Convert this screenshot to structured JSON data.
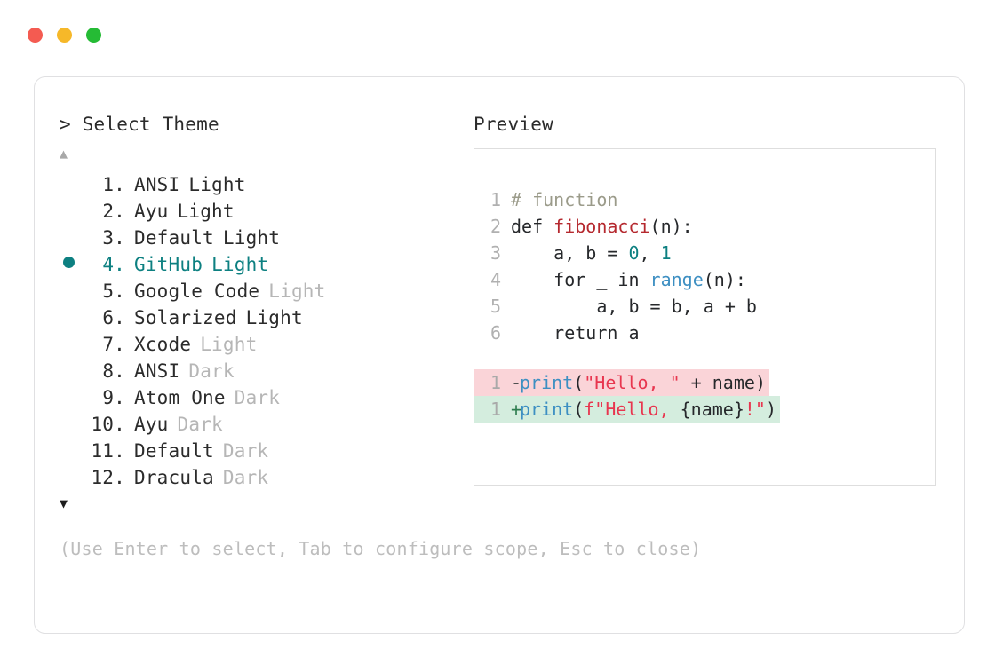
{
  "window": {
    "traffic_lights": [
      {
        "name": "close-button",
        "color": "#f45b51"
      },
      {
        "name": "minimize-button",
        "color": "#f6b829"
      },
      {
        "name": "maximize-button",
        "color": "#25bb35"
      }
    ]
  },
  "accent_color": "#0d8081",
  "prompt": {
    "caret": ">",
    "title": "Select Theme"
  },
  "scroll": {
    "up_arrow": "▲",
    "down_arrow": "▼"
  },
  "selected_index": 4,
  "selected_bullet": "●",
  "themes": [
    {
      "index": "1.",
      "name": "ANSI",
      "variant": "Light",
      "variant_dim": false,
      "selected": false
    },
    {
      "index": "2.",
      "name": "Ayu",
      "variant": "Light",
      "variant_dim": false,
      "selected": false
    },
    {
      "index": "3.",
      "name": "Default",
      "variant": "Light",
      "variant_dim": false,
      "selected": false
    },
    {
      "index": "4.",
      "name": "GitHub",
      "variant": "Light",
      "variant_dim": false,
      "selected": true
    },
    {
      "index": "5.",
      "name": "Google Code",
      "variant": "Light",
      "variant_dim": true,
      "selected": false
    },
    {
      "index": "6.",
      "name": "Solarized",
      "variant": "Light",
      "variant_dim": false,
      "selected": false
    },
    {
      "index": "7.",
      "name": "Xcode",
      "variant": "Light",
      "variant_dim": true,
      "selected": false
    },
    {
      "index": "8.",
      "name": "ANSI",
      "variant": "Dark",
      "variant_dim": true,
      "selected": false
    },
    {
      "index": "9.",
      "name": "Atom One",
      "variant": "Dark",
      "variant_dim": true,
      "selected": false
    },
    {
      "index": "10.",
      "name": "Ayu",
      "variant": "Dark",
      "variant_dim": true,
      "selected": false
    },
    {
      "index": "11.",
      "name": "Default",
      "variant": "Dark",
      "variant_dim": true,
      "selected": false
    },
    {
      "index": "12.",
      "name": "Dracula",
      "variant": "Dark",
      "variant_dim": true,
      "selected": false
    }
  ],
  "preview": {
    "label": "Preview",
    "code_lines": [
      {
        "ln": "1",
        "tokens": [
          {
            "t": "# function",
            "c": "comment"
          }
        ]
      },
      {
        "ln": "2",
        "tokens": [
          {
            "t": "def ",
            "c": "kw"
          },
          {
            "t": "fibonacci",
            "c": "fn"
          },
          {
            "t": "(n):",
            "c": "punct"
          }
        ]
      },
      {
        "ln": "3",
        "tokens": [
          {
            "t": "    a, b = ",
            "c": "plain"
          },
          {
            "t": "0",
            "c": "num"
          },
          {
            "t": ", ",
            "c": "plain"
          },
          {
            "t": "1",
            "c": "num"
          }
        ]
      },
      {
        "ln": "4",
        "tokens": [
          {
            "t": "    for _ in ",
            "c": "plain"
          },
          {
            "t": "range",
            "c": "builtin"
          },
          {
            "t": "(n):",
            "c": "punct"
          }
        ]
      },
      {
        "ln": "5",
        "tokens": [
          {
            "t": "        a, b = b, a + b",
            "c": "plain"
          }
        ]
      },
      {
        "ln": "6",
        "tokens": [
          {
            "t": "    return a",
            "c": "plain"
          }
        ]
      }
    ],
    "diff_lines": [
      {
        "ln": "1",
        "sign": "-",
        "kind": "del",
        "tokens": [
          {
            "t": "print",
            "c": "builtin"
          },
          {
            "t": "(",
            "c": "punct"
          },
          {
            "t": "\"Hello, \"",
            "c": "str"
          },
          {
            "t": " + name",
            "c": "plain"
          },
          {
            "t": ")",
            "c": "punct"
          }
        ]
      },
      {
        "ln": "1",
        "sign": "+",
        "kind": "add",
        "tokens": [
          {
            "t": "print",
            "c": "builtin"
          },
          {
            "t": "(",
            "c": "punct"
          },
          {
            "t": "f\"Hello, ",
            "c": "str"
          },
          {
            "t": "{name}",
            "c": "plain"
          },
          {
            "t": "!\"",
            "c": "str"
          },
          {
            "t": ")",
            "c": "punct"
          }
        ]
      }
    ]
  },
  "footer": {
    "hint": "(Use Enter to select, Tab to configure scope, Esc to close)"
  }
}
